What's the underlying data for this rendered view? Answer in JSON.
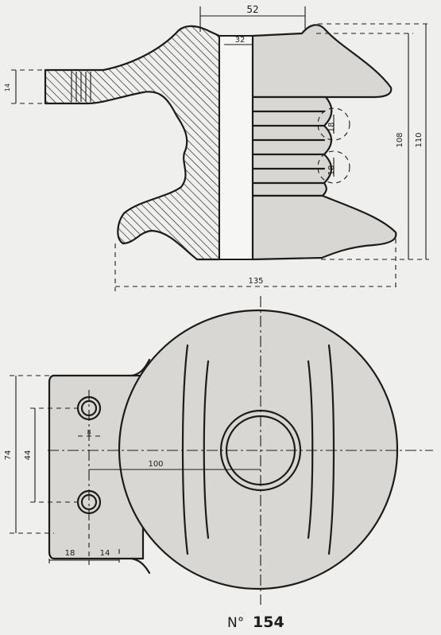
{
  "side_view": {
    "dim_top_width": "52",
    "dim_bore": "32",
    "dim_left_thickness": "14",
    "dim_height_inner": "108",
    "dim_height_total": "110",
    "dim_groove_1": "18",
    "dim_groove_2": "18",
    "dim_total_width": "135"
  },
  "plan_view": {
    "dim_height_74": "74",
    "dim_height_44": "44",
    "dim_hole": "8",
    "dim_offset": "100",
    "dim_left_18": "18",
    "dim_left_14": "14"
  },
  "caption": {
    "prefix": "N°",
    "number": "154"
  }
}
